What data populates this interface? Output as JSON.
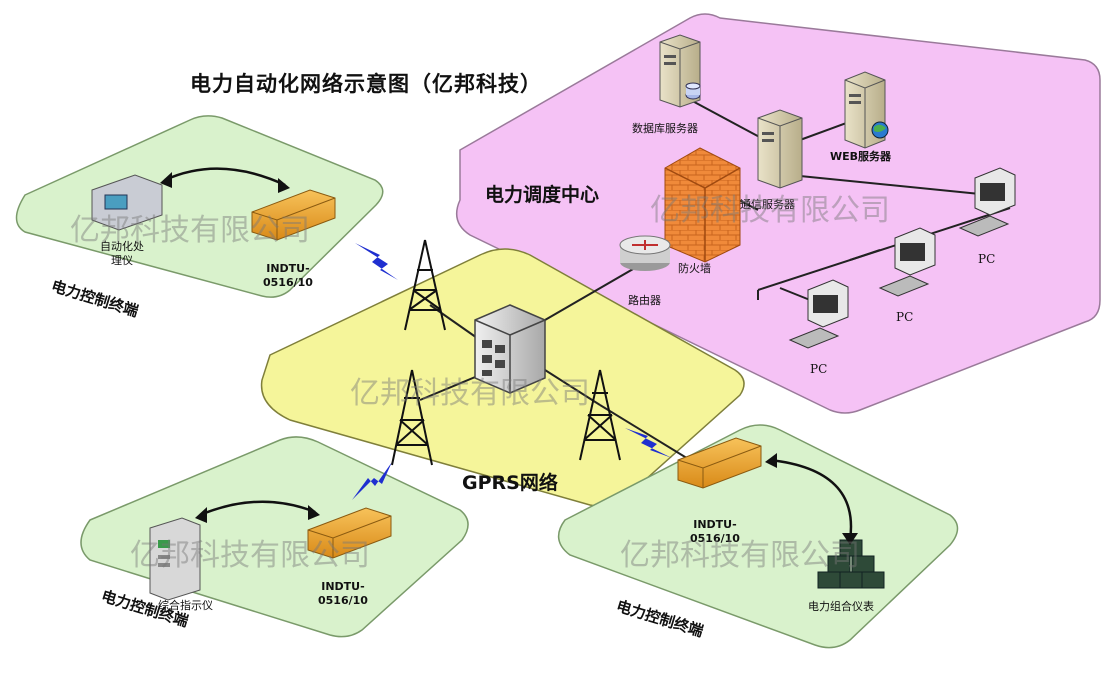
{
  "title": "电力自动化网络示意图（亿邦科技）",
  "watermarks": [
    "亿邦科技有限公司",
    "亿邦科技有限公司",
    "亿邦科技有限公司",
    "亿邦科技有限公司",
    "亿邦科技有限公司"
  ],
  "dispatch_center": {
    "label": "电力调度中心",
    "db_server": "数据库服务器",
    "comm_server": "通信服务器",
    "web_server": "WEB服务器",
    "firewall": "防火墙",
    "router": "路由器",
    "pcs": [
      "PC",
      "PC",
      "PC"
    ]
  },
  "gprs": {
    "label": "GPRS网络"
  },
  "terminals": [
    {
      "label": "电力控制终端",
      "device": "自动化处\n理仪",
      "dtu": "INDTU-\n0516/10"
    },
    {
      "label": "电力控制终端",
      "device": "综合指示仪",
      "dtu": "INDTU-\n0516/10"
    },
    {
      "label": "电力控制终端",
      "device": "电力组合仪表",
      "dtu": "INDTU-\n0516/10"
    }
  ],
  "colors": {
    "terminal_zone": "#d9f2cc",
    "gprs_zone": "#f5f59a",
    "dispatch_zone": "#f5c2f5",
    "firewall": "#f08a3a",
    "dtu": "#f0a22e",
    "lightning": "#1f2fd0"
  }
}
